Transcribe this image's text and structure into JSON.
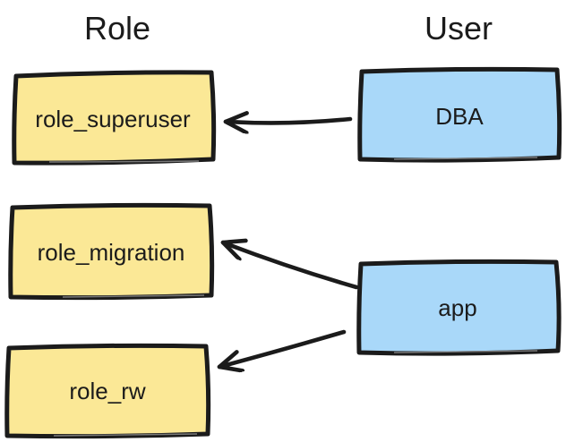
{
  "diagram": {
    "columns": {
      "role": {
        "header": "Role"
      },
      "user": {
        "header": "User"
      }
    },
    "nodes": {
      "role_superuser": {
        "label": "role_superuser",
        "type": "role"
      },
      "role_migration": {
        "label": "role_migration",
        "type": "role"
      },
      "role_rw": {
        "label": "role_rw",
        "type": "role"
      },
      "dba": {
        "label": "DBA",
        "type": "user"
      },
      "app": {
        "label": "app",
        "type": "user"
      }
    },
    "edges": [
      {
        "from": "DBA",
        "to": "role_superuser"
      },
      {
        "from": "app",
        "to": "role_migration"
      },
      {
        "from": "app",
        "to": "role_rw"
      }
    ],
    "colors": {
      "role_fill": "#fbe896",
      "user_fill": "#a9d8f9",
      "stroke": "#1b1b1b",
      "text": "#1b1b1b",
      "background": "#ffffff"
    }
  }
}
